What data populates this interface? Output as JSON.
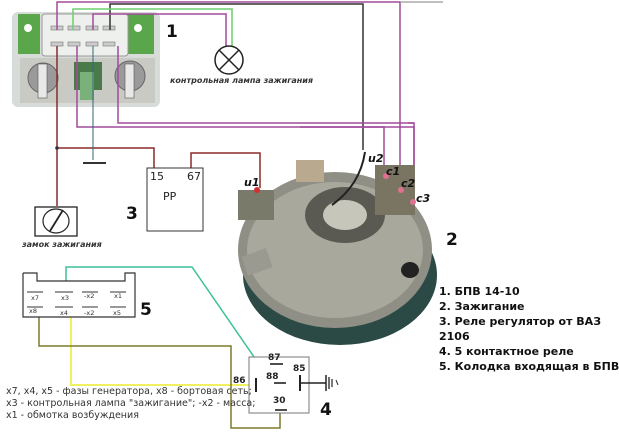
{
  "diagram": {
    "component_numbers": {
      "regulator_block": "1",
      "ignition": "2",
      "relay_regulator": "3",
      "relay_5pin": "4",
      "connector": "5"
    },
    "lamp_label": "контрольная лампа зажигания",
    "ignition_switch_label": "замок зажигания",
    "relay_regulator": {
      "name": "РР",
      "terminal_left": "15",
      "terminal_right": "67"
    },
    "stator_terminals": [
      "u1",
      "u2",
      "c1",
      "c2",
      "c3"
    ],
    "connector_pins": {
      "top": [
        "x7",
        "x3",
        "-x2",
        "x1"
      ],
      "bottom": [
        "x8",
        "x4",
        "-x2",
        "x5"
      ]
    },
    "relay_5pin_terminals": {
      "t87": "87",
      "t88": "88",
      "t85": "85",
      "t86": "86",
      "t30": "30"
    },
    "legend": [
      "1. БПВ 14-10",
      "2. Зажигание",
      "3. Реле регулятор от ВАЗ",
      "2106",
      "4. 5 контактное реле",
      "5. Колодка входящая в БПВ"
    ],
    "notes": [
      "x7, x4, x5   - фазы генератора, x8 - бортовая сеть;",
      "x3 - контрольная лампа \"зажигание\"; -x2 - масса;",
      "x1 - обмотка возбуждения"
    ],
    "wire_colors": {
      "red": "#8b2a2a",
      "magenta": "#a24a9a",
      "green": "#6fcf6f",
      "black": "#333333",
      "teal": "#3dbf9a",
      "yellow": "#f0f060",
      "olive": "#7d7a2a"
    }
  }
}
